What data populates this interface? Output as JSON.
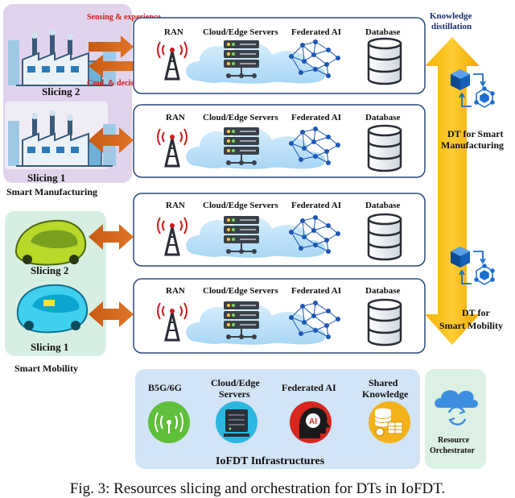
{
  "manufacturing": {
    "group_label": "Smart Manufacturing",
    "slice2_label": "Slicing 2",
    "slice1_label": "Slicing 1",
    "arrow_up_label": "Sensing & experience",
    "arrow_down_label": "Cmd. & decisions"
  },
  "mobility": {
    "group_label": "Smart Mobility",
    "slice2_label": "Slicing 2",
    "slice1_label": "Slicing 1"
  },
  "rows": [
    {
      "ran": "RAN",
      "servers": "Cloud/Edge Servers",
      "fedai": "Federated AI",
      "db": "Database"
    },
    {
      "ran": "RAN",
      "servers": "Cloud/Edge Servers",
      "fedai": "Federated AI",
      "db": "Database"
    },
    {
      "ran": "RAN",
      "servers": "Cloud/Edge Servers",
      "fedai": "Federated AI",
      "db": "Database"
    },
    {
      "ran": "RAN",
      "servers": "Cloud/Edge Servers",
      "fedai": "Federated AI",
      "db": "Database"
    }
  ],
  "right_panel": {
    "knowledge_line1": "Knowledge",
    "knowledge_line2": "distillation",
    "dt_mfg_line1": "DT for Smart",
    "dt_mfg_line2": "Manufacturing",
    "dt_mob_line1": "DT for",
    "dt_mob_line2": "Smart Mobility"
  },
  "infra": {
    "b5g": "B5G/6G",
    "servers_line1": "Cloud/Edge",
    "servers_line2": "Servers",
    "fedai": "Federated AI",
    "ai_badge": "AI",
    "shared_line1": "Shared",
    "shared_line2": "Knowledge",
    "title": "IoFDT Infrastructures"
  },
  "orchestrator": {
    "line1": "Resource",
    "line2": "Orchestrator"
  },
  "caption": "Fig. 3: Resources slicing and orchestration for DTs in IoFDT."
}
